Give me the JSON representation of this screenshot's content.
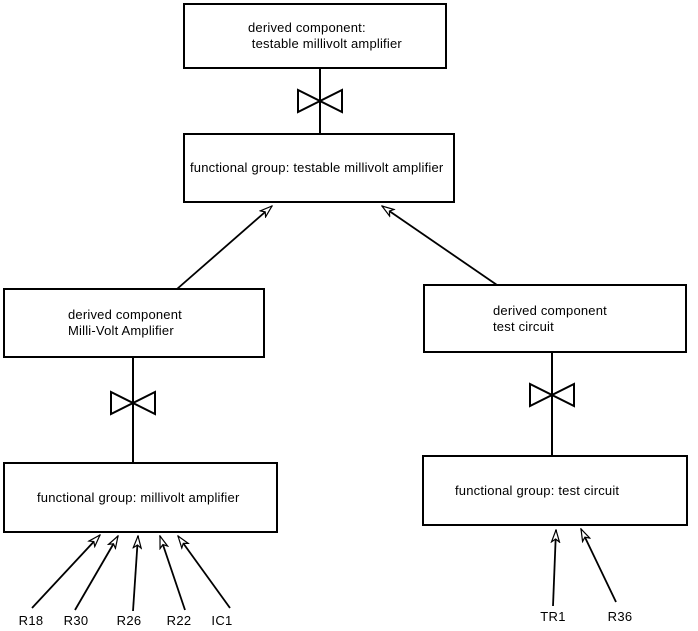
{
  "colors": {
    "background": "#ffffff",
    "line": "#000000",
    "text": "#000000"
  },
  "icons": {
    "connector": "bowtie-icon",
    "arrowhead": "open-dart-arrowhead-icon"
  },
  "nodes": [
    {
      "lines": [
        "derived component:",
        " testable millivolt amplifier"
      ]
    },
    {
      "lines": [
        "functional group: testable millivolt amplifier"
      ]
    },
    {
      "lines": [
        "derived component",
        "Milli-Volt Amplifier"
      ]
    },
    {
      "lines": [
        "functional group: millivolt amplifier"
      ]
    },
    {
      "lines": [
        "derived component",
        "test circuit"
      ]
    },
    {
      "lines": [
        "functional group: test circuit"
      ]
    }
  ],
  "leaf_labels": {
    "left": [
      "R18",
      "R30",
      "R26",
      "R22",
      "IC1"
    ],
    "right": [
      "TR1",
      "R36"
    ]
  }
}
